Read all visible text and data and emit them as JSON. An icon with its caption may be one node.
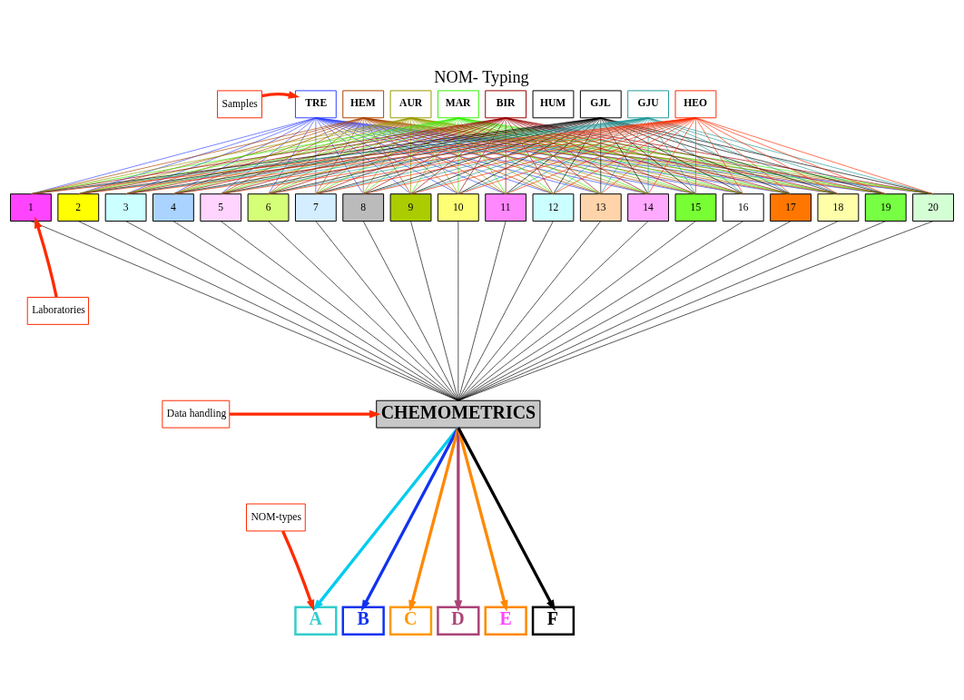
{
  "diagram": {
    "title": "NOM- Typing",
    "nodes": [
      {
        "text": [
          "Samples"
        ]
      },
      {
        "text": [
          "TRE"
        ]
      },
      {
        "text": [
          "HEM"
        ]
      },
      {
        "text": [
          "AUR"
        ]
      },
      {
        "text": [
          "MAR"
        ]
      },
      {
        "text": [
          "BIR"
        ]
      },
      {
        "text": [
          "HUM"
        ]
      },
      {
        "text": [
          "GJL"
        ]
      },
      {
        "text": [
          "GJU"
        ]
      },
      {
        "text": [
          "HEO"
        ]
      },
      {
        "text": [
          "1"
        ]
      },
      {
        "text": [
          "2"
        ]
      },
      {
        "text": [
          "3"
        ]
      },
      {
        "text": [
          "4"
        ]
      },
      {
        "text": [
          "5"
        ]
      },
      {
        "text": [
          "6"
        ]
      },
      {
        "text": [
          "7"
        ]
      },
      {
        "text": [
          "8"
        ]
      },
      {
        "text": [
          "9"
        ]
      },
      {
        "text": [
          "10"
        ]
      },
      {
        "text": [
          "11"
        ]
      },
      {
        "text": [
          "12"
        ]
      },
      {
        "text": [
          "13"
        ]
      },
      {
        "text": [
          "14"
        ]
      },
      {
        "text": [
          "15"
        ]
      },
      {
        "text": [
          "16"
        ]
      },
      {
        "text": [
          "17"
        ]
      },
      {
        "text": [
          "18"
        ]
      },
      {
        "text": [
          "19"
        ]
      },
      {
        "text": [
          "20"
        ]
      },
      {
        "text": [
          "Laboratories"
        ]
      },
      {
        "text": [
          "Data handling"
        ]
      },
      {
        "text": [
          "CHEMOMETRICS"
        ]
      },
      {
        "text": [
          "NOM-types"
        ]
      },
      {
        "text": [
          "A"
        ]
      },
      {
        "text": [
          "B"
        ]
      },
      {
        "text": [
          "C"
        ]
      },
      {
        "text": [
          "D"
        ]
      },
      {
        "text": [
          "E"
        ]
      },
      {
        "text": [
          "F"
        ]
      }
    ],
    "edges": [
      {
        "from": 0,
        "to": 1,
        "arrow": "to",
        "style": "thick",
        "color": "#ff2a00"
      },
      {
        "from": 30,
        "to": 10,
        "arrow": "to",
        "style": "thick",
        "color": "#ff2a00"
      },
      {
        "from": 31,
        "to": 32,
        "arrow": "to",
        "style": "thick",
        "color": "#ff2a00"
      },
      {
        "from": 33,
        "to": 34,
        "arrow": "to",
        "style": "thick",
        "color": "#ff2a00"
      },
      {
        "from": 1,
        "to": 10,
        "arrow": "none",
        "color": "#3344ff"
      },
      {
        "from": 1,
        "to": 11,
        "arrow": "none",
        "color": "#3344ff"
      },
      {
        "from": 1,
        "to": 12,
        "arrow": "none",
        "color": "#3344ff"
      },
      {
        "from": 1,
        "to": 13,
        "arrow": "none",
        "color": "#3344ff"
      },
      {
        "from": 1,
        "to": 14,
        "arrow": "none",
        "color": "#3344ff"
      },
      {
        "from": 1,
        "to": 15,
        "arrow": "none",
        "color": "#3344ff"
      },
      {
        "from": 1,
        "to": 16,
        "arrow": "none",
        "color": "#3344ff"
      },
      {
        "from": 1,
        "to": 17,
        "arrow": "none",
        "color": "#3344ff"
      },
      {
        "from": 1,
        "to": 18,
        "arrow": "none",
        "color": "#3344ff"
      },
      {
        "from": 1,
        "to": 19,
        "arrow": "none",
        "color": "#3344ff"
      },
      {
        "from": 1,
        "to": 20,
        "arrow": "none",
        "color": "#3344ff"
      },
      {
        "from": 1,
        "to": 21,
        "arrow": "none",
        "color": "#3344ff"
      },
      {
        "from": 1,
        "to": 22,
        "arrow": "none",
        "color": "#3344ff"
      },
      {
        "from": 1,
        "to": 23,
        "arrow": "none",
        "color": "#3344ff"
      },
      {
        "from": 1,
        "to": 24,
        "arrow": "none",
        "color": "#3344ff"
      },
      {
        "from": 1,
        "to": 25,
        "arrow": "none",
        "color": "#3344ff"
      },
      {
        "from": 1,
        "to": 26,
        "arrow": "none",
        "color": "#3344ff"
      },
      {
        "from": 1,
        "to": 27,
        "arrow": "none",
        "color": "#3344ff"
      },
      {
        "from": 1,
        "to": 28,
        "arrow": "none",
        "color": "#3344ff"
      },
      {
        "from": 1,
        "to": 29,
        "arrow": "none",
        "color": "#3344ff"
      },
      {
        "from": 2,
        "to": 10,
        "arrow": "none",
        "color": "#aa4400"
      },
      {
        "from": 2,
        "to": 11,
        "arrow": "none",
        "color": "#aa4400"
      },
      {
        "from": 2,
        "to": 12,
        "arrow": "none",
        "color": "#aa4400"
      },
      {
        "from": 2,
        "to": 13,
        "arrow": "none",
        "color": "#aa4400"
      },
      {
        "from": 2,
        "to": 14,
        "arrow": "none",
        "color": "#aa4400"
      },
      {
        "from": 2,
        "to": 15,
        "arrow": "none",
        "color": "#aa4400"
      },
      {
        "from": 2,
        "to": 16,
        "arrow": "none",
        "color": "#aa4400"
      },
      {
        "from": 2,
        "to": 17,
        "arrow": "none",
        "color": "#aa4400"
      },
      {
        "from": 2,
        "to": 18,
        "arrow": "none",
        "color": "#aa4400"
      },
      {
        "from": 2,
        "to": 19,
        "arrow": "none",
        "color": "#aa4400"
      },
      {
        "from": 2,
        "to": 20,
        "arrow": "none",
        "color": "#aa4400"
      },
      {
        "from": 2,
        "to": 21,
        "arrow": "none",
        "color": "#aa4400"
      },
      {
        "from": 2,
        "to": 22,
        "arrow": "none",
        "color": "#aa4400"
      },
      {
        "from": 2,
        "to": 23,
        "arrow": "none",
        "color": "#aa4400"
      },
      {
        "from": 2,
        "to": 24,
        "arrow": "none",
        "color": "#aa4400"
      },
      {
        "from": 2,
        "to": 25,
        "arrow": "none",
        "color": "#aa4400"
      },
      {
        "from": 2,
        "to": 26,
        "arrow": "none",
        "color": "#aa4400"
      },
      {
        "from": 2,
        "to": 27,
        "arrow": "none",
        "color": "#aa4400"
      },
      {
        "from": 2,
        "to": 28,
        "arrow": "none",
        "color": "#aa4400"
      },
      {
        "from": 2,
        "to": 29,
        "arrow": "none",
        "color": "#aa4400"
      },
      {
        "from": 3,
        "to": 10,
        "arrow": "none",
        "color": "#999900"
      },
      {
        "from": 3,
        "to": 11,
        "arrow": "none",
        "color": "#999900"
      },
      {
        "from": 3,
        "to": 12,
        "arrow": "none",
        "color": "#999900"
      },
      {
        "from": 3,
        "to": 13,
        "arrow": "none",
        "color": "#999900"
      },
      {
        "from": 3,
        "to": 14,
        "arrow": "none",
        "color": "#999900"
      },
      {
        "from": 3,
        "to": 15,
        "arrow": "none",
        "color": "#999900"
      },
      {
        "from": 3,
        "to": 16,
        "arrow": "none",
        "color": "#999900"
      },
      {
        "from": 3,
        "to": 17,
        "arrow": "none",
        "color": "#999900"
      },
      {
        "from": 3,
        "to": 18,
        "arrow": "none",
        "color": "#999900"
      },
      {
        "from": 3,
        "to": 19,
        "arrow": "none",
        "color": "#999900"
      },
      {
        "from": 3,
        "to": 20,
        "arrow": "none",
        "color": "#999900"
      },
      {
        "from": 3,
        "to": 21,
        "arrow": "none",
        "color": "#999900"
      },
      {
        "from": 3,
        "to": 22,
        "arrow": "none",
        "color": "#999900"
      },
      {
        "from": 3,
        "to": 23,
        "arrow": "none",
        "color": "#999900"
      },
      {
        "from": 3,
        "to": 24,
        "arrow": "none",
        "color": "#999900"
      },
      {
        "from": 3,
        "to": 25,
        "arrow": "none",
        "color": "#999900"
      },
      {
        "from": 3,
        "to": 26,
        "arrow": "none",
        "color": "#999900"
      },
      {
        "from": 3,
        "to": 27,
        "arrow": "none",
        "color": "#999900"
      },
      {
        "from": 3,
        "to": 28,
        "arrow": "none",
        "color": "#999900"
      },
      {
        "from": 3,
        "to": 29,
        "arrow": "none",
        "color": "#999900"
      },
      {
        "from": 4,
        "to": 10,
        "arrow": "none",
        "color": "#33ee00"
      },
      {
        "from": 4,
        "to": 11,
        "arrow": "none",
        "color": "#33ee00"
      },
      {
        "from": 4,
        "to": 12,
        "arrow": "none",
        "color": "#33ee00"
      },
      {
        "from": 4,
        "to": 13,
        "arrow": "none",
        "color": "#33ee00"
      },
      {
        "from": 4,
        "to": 14,
        "arrow": "none",
        "color": "#33ee00"
      },
      {
        "from": 4,
        "to": 15,
        "arrow": "none",
        "color": "#33ee00"
      },
      {
        "from": 4,
        "to": 16,
        "arrow": "none",
        "color": "#33ee00"
      },
      {
        "from": 4,
        "to": 17,
        "arrow": "none",
        "color": "#33ee00"
      },
      {
        "from": 4,
        "to": 18,
        "arrow": "none",
        "color": "#33ee00"
      },
      {
        "from": 4,
        "to": 19,
        "arrow": "none",
        "color": "#33ee00"
      },
      {
        "from": 4,
        "to": 20,
        "arrow": "none",
        "color": "#33ee00"
      },
      {
        "from": 4,
        "to": 21,
        "arrow": "none",
        "color": "#33ee00"
      },
      {
        "from": 4,
        "to": 22,
        "arrow": "none",
        "color": "#33ee00"
      },
      {
        "from": 4,
        "to": 23,
        "arrow": "none",
        "color": "#33ee00"
      },
      {
        "from": 4,
        "to": 24,
        "arrow": "none",
        "color": "#33ee00"
      },
      {
        "from": 4,
        "to": 25,
        "arrow": "none",
        "color": "#33ee00"
      },
      {
        "from": 4,
        "to": 26,
        "arrow": "none",
        "color": "#33ee00"
      },
      {
        "from": 4,
        "to": 27,
        "arrow": "none",
        "color": "#33ee00"
      },
      {
        "from": 4,
        "to": 28,
        "arrow": "none",
        "color": "#33ee00"
      },
      {
        "from": 4,
        "to": 29,
        "arrow": "none",
        "color": "#33ee00"
      },
      {
        "from": 5,
        "to": 10,
        "arrow": "none",
        "color": "#990000"
      },
      {
        "from": 5,
        "to": 11,
        "arrow": "none",
        "color": "#990000"
      },
      {
        "from": 5,
        "to": 12,
        "arrow": "none",
        "color": "#990000"
      },
      {
        "from": 5,
        "to": 13,
        "arrow": "none",
        "color": "#990000"
      },
      {
        "from": 5,
        "to": 14,
        "arrow": "none",
        "color": "#990000"
      },
      {
        "from": 5,
        "to": 15,
        "arrow": "none",
        "color": "#990000"
      },
      {
        "from": 5,
        "to": 16,
        "arrow": "none",
        "color": "#990000"
      },
      {
        "from": 5,
        "to": 17,
        "arrow": "none",
        "color": "#990000"
      },
      {
        "from": 5,
        "to": 18,
        "arrow": "none",
        "color": "#990000"
      },
      {
        "from": 5,
        "to": 19,
        "arrow": "none",
        "color": "#990000"
      },
      {
        "from": 5,
        "to": 20,
        "arrow": "none",
        "color": "#990000"
      },
      {
        "from": 5,
        "to": 21,
        "arrow": "none",
        "color": "#990000"
      },
      {
        "from": 5,
        "to": 22,
        "arrow": "none",
        "color": "#990000"
      },
      {
        "from": 5,
        "to": 23,
        "arrow": "none",
        "color": "#990000"
      },
      {
        "from": 5,
        "to": 24,
        "arrow": "none",
        "color": "#990000"
      },
      {
        "from": 5,
        "to": 25,
        "arrow": "none",
        "color": "#990000"
      },
      {
        "from": 5,
        "to": 26,
        "arrow": "none",
        "color": "#990000"
      },
      {
        "from": 5,
        "to": 27,
        "arrow": "none",
        "color": "#990000"
      },
      {
        "from": 5,
        "to": 28,
        "arrow": "none",
        "color": "#990000"
      },
      {
        "from": 5,
        "to": 29,
        "arrow": "none",
        "color": "#990000"
      },
      {
        "from": 7,
        "to": 10,
        "arrow": "none"
      },
      {
        "from": 7,
        "to": 11,
        "arrow": "none"
      },
      {
        "from": 7,
        "to": 12,
        "arrow": "none"
      },
      {
        "from": 7,
        "to": 13,
        "arrow": "none"
      },
      {
        "from": 7,
        "to": 14,
        "arrow": "none"
      },
      {
        "from": 7,
        "to": 15,
        "arrow": "none"
      },
      {
        "from": 7,
        "to": 16,
        "arrow": "none"
      },
      {
        "from": 7,
        "to": 17,
        "arrow": "none"
      },
      {
        "from": 7,
        "to": 18,
        "arrow": "none"
      },
      {
        "from": 7,
        "to": 19,
        "arrow": "none"
      },
      {
        "from": 7,
        "to": 20,
        "arrow": "none"
      },
      {
        "from": 7,
        "to": 21,
        "arrow": "none"
      },
      {
        "from": 7,
        "to": 22,
        "arrow": "none"
      },
      {
        "from": 7,
        "to": 23,
        "arrow": "none"
      },
      {
        "from": 7,
        "to": 24,
        "arrow": "none"
      },
      {
        "from": 7,
        "to": 25,
        "arrow": "none"
      },
      {
        "from": 7,
        "to": 26,
        "arrow": "none"
      },
      {
        "from": 7,
        "to": 27,
        "arrow": "none"
      },
      {
        "from": 7,
        "to": 28,
        "arrow": "none"
      },
      {
        "from": 7,
        "to": 29,
        "arrow": "none"
      },
      {
        "from": 8,
        "to": 10,
        "arrow": "none",
        "color": "#229999"
      },
      {
        "from": 8,
        "to": 11,
        "arrow": "none",
        "color": "#229999"
      },
      {
        "from": 8,
        "to": 12,
        "arrow": "none",
        "color": "#229999"
      },
      {
        "from": 8,
        "to": 13,
        "arrow": "none",
        "color": "#229999"
      },
      {
        "from": 8,
        "to": 14,
        "arrow": "none",
        "color": "#229999"
      },
      {
        "from": 8,
        "to": 15,
        "arrow": "none",
        "color": "#229999"
      },
      {
        "from": 8,
        "to": 16,
        "arrow": "none",
        "color": "#229999"
      },
      {
        "from": 8,
        "to": 17,
        "arrow": "none",
        "color": "#229999"
      },
      {
        "from": 8,
        "to": 18,
        "arrow": "none",
        "color": "#229999"
      },
      {
        "from": 8,
        "to": 19,
        "arrow": "none",
        "color": "#229999"
      },
      {
        "from": 8,
        "to": 20,
        "arrow": "none",
        "color": "#229999"
      },
      {
        "from": 8,
        "to": 21,
        "arrow": "none",
        "color": "#229999"
      },
      {
        "from": 8,
        "to": 22,
        "arrow": "none",
        "color": "#229999"
      },
      {
        "from": 8,
        "to": 23,
        "arrow": "none",
        "color": "#229999"
      },
      {
        "from": 8,
        "to": 24,
        "arrow": "none",
        "color": "#229999"
      },
      {
        "from": 8,
        "to": 25,
        "arrow": "none",
        "color": "#229999"
      },
      {
        "from": 8,
        "to": 26,
        "arrow": "none",
        "color": "#229999"
      },
      {
        "from": 8,
        "to": 27,
        "arrow": "none",
        "color": "#229999"
      },
      {
        "from": 8,
        "to": 28,
        "arrow": "none",
        "color": "#229999"
      },
      {
        "from": 8,
        "to": 29,
        "arrow": "none",
        "color": "#229999"
      },
      {
        "from": 9,
        "to": 10,
        "arrow": "none",
        "color": "#ff2a00"
      },
      {
        "from": 9,
        "to": 11,
        "arrow": "none",
        "color": "#ff2a00"
      },
      {
        "from": 9,
        "to": 12,
        "arrow": "none",
        "color": "#ff2a00"
      },
      {
        "from": 9,
        "to": 13,
        "arrow": "none",
        "color": "#ff2a00"
      },
      {
        "from": 9,
        "to": 14,
        "arrow": "none",
        "color": "#ff2a00"
      },
      {
        "from": 9,
        "to": 15,
        "arrow": "none",
        "color": "#ff2a00"
      },
      {
        "from": 9,
        "to": 16,
        "arrow": "none",
        "color": "#ff2a00"
      },
      {
        "from": 9,
        "to": 17,
        "arrow": "none",
        "color": "#ff2a00"
      },
      {
        "from": 9,
        "to": 18,
        "arrow": "none",
        "color": "#ff2a00"
      },
      {
        "from": 9,
        "to": 19,
        "arrow": "none",
        "color": "#ff2a00"
      },
      {
        "from": 9,
        "to": 20,
        "arrow": "none",
        "color": "#ff2a00"
      },
      {
        "from": 9,
        "to": 21,
        "arrow": "none",
        "color": "#ff2a00"
      },
      {
        "from": 9,
        "to": 22,
        "arrow": "none",
        "color": "#ff2a00"
      },
      {
        "from": 9,
        "to": 23,
        "arrow": "none",
        "color": "#ff2a00"
      },
      {
        "from": 9,
        "to": 24,
        "arrow": "none",
        "color": "#ff2a00"
      },
      {
        "from": 9,
        "to": 25,
        "arrow": "none",
        "color": "#ff2a00"
      },
      {
        "from": 9,
        "to": 26,
        "arrow": "none",
        "color": "#ff2a00"
      },
      {
        "from": 9,
        "to": 27,
        "arrow": "none",
        "color": "#ff2a00"
      },
      {
        "from": 9,
        "to": 28,
        "arrow": "none",
        "color": "#ff2a00"
      },
      {
        "from": 9,
        "to": 29,
        "arrow": "none",
        "color": "#ff2a00"
      },
      {
        "from": 10,
        "to": 32,
        "arrow": "none"
      },
      {
        "from": 11,
        "to": 32,
        "arrow": "none"
      },
      {
        "from": 12,
        "to": 32,
        "arrow": "none"
      },
      {
        "from": 13,
        "to": 32,
        "arrow": "none"
      },
      {
        "from": 14,
        "to": 32,
        "arrow": "none"
      },
      {
        "from": 15,
        "to": 32,
        "arrow": "none"
      },
      {
        "from": 16,
        "to": 32,
        "arrow": "none"
      },
      {
        "from": 17,
        "to": 32,
        "arrow": "none"
      },
      {
        "from": 18,
        "to": 32,
        "arrow": "none"
      },
      {
        "from": 19,
        "to": 32,
        "arrow": "none"
      },
      {
        "from": 20,
        "to": 32,
        "arrow": "none"
      },
      {
        "from": 21,
        "to": 32,
        "arrow": "none"
      },
      {
        "from": 22,
        "to": 32,
        "arrow": "none"
      },
      {
        "from": 23,
        "to": 32,
        "arrow": "none"
      },
      {
        "from": 24,
        "to": 32,
        "arrow": "none"
      },
      {
        "from": 25,
        "to": 32,
        "arrow": "none"
      },
      {
        "from": 26,
        "to": 32,
        "arrow": "none"
      },
      {
        "from": 27,
        "to": 32,
        "arrow": "none"
      },
      {
        "from": 28,
        "to": 32,
        "arrow": "none"
      },
      {
        "from": 29,
        "to": 32,
        "arrow": "none"
      },
      {
        "from": 32,
        "to": 34,
        "arrow": "to",
        "style": "thick",
        "color": "#00ccee"
      },
      {
        "from": 32,
        "to": 35,
        "arrow": "to",
        "style": "thick",
        "color": "#1133ee"
      },
      {
        "from": 32,
        "to": 36,
        "arrow": "to",
        "style": "thick",
        "color": "#ff8800"
      },
      {
        "from": 32,
        "to": 37,
        "arrow": "to",
        "style": "thick",
        "color": "#aa4477"
      },
      {
        "from": 32,
        "to": 38,
        "arrow": "to",
        "style": "thick",
        "color": "#ff8800"
      },
      {
        "from": 32,
        "to": 39,
        "arrow": "to",
        "style": "thick"
      }
    ]
  }
}
